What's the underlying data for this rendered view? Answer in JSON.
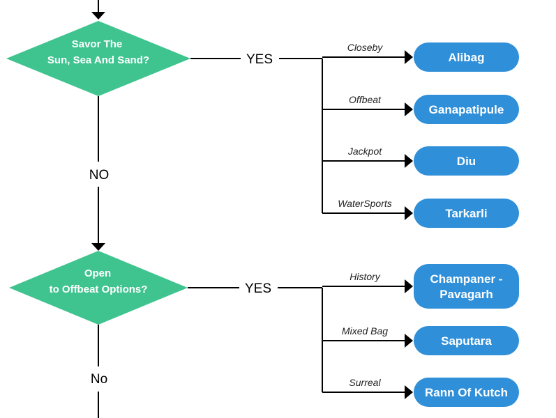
{
  "colors": {
    "decision_fill": "#3fc490",
    "destination_fill": "#2f8fd9",
    "line": "#000000"
  },
  "questions": [
    {
      "line1": "Savor The",
      "line2": "Sun, Sea  And Sand?",
      "answer": "YES"
    },
    {
      "line1": "Open",
      "line2": "to Offbeat  Options?",
      "answer": "YES"
    }
  ],
  "no_labels": [
    "NO",
    "No"
  ],
  "groups": [
    {
      "branches": [
        {
          "label": "Closeby",
          "destination": [
            "Alibag"
          ]
        },
        {
          "label": "Offbeat",
          "destination": [
            "Ganapatipule"
          ]
        },
        {
          "label": "Jackpot",
          "destination": [
            "Diu"
          ]
        },
        {
          "label": "WaterSports",
          "destination": [
            "Tarkarli"
          ]
        }
      ]
    },
    {
      "branches": [
        {
          "label": "History",
          "destination": [
            "Champaner -",
            "Pavagarh"
          ]
        },
        {
          "label": "Mixed Bag",
          "destination": [
            "Saputara"
          ]
        },
        {
          "label": "Surreal",
          "destination": [
            "Rann Of Kutch"
          ]
        }
      ]
    }
  ]
}
